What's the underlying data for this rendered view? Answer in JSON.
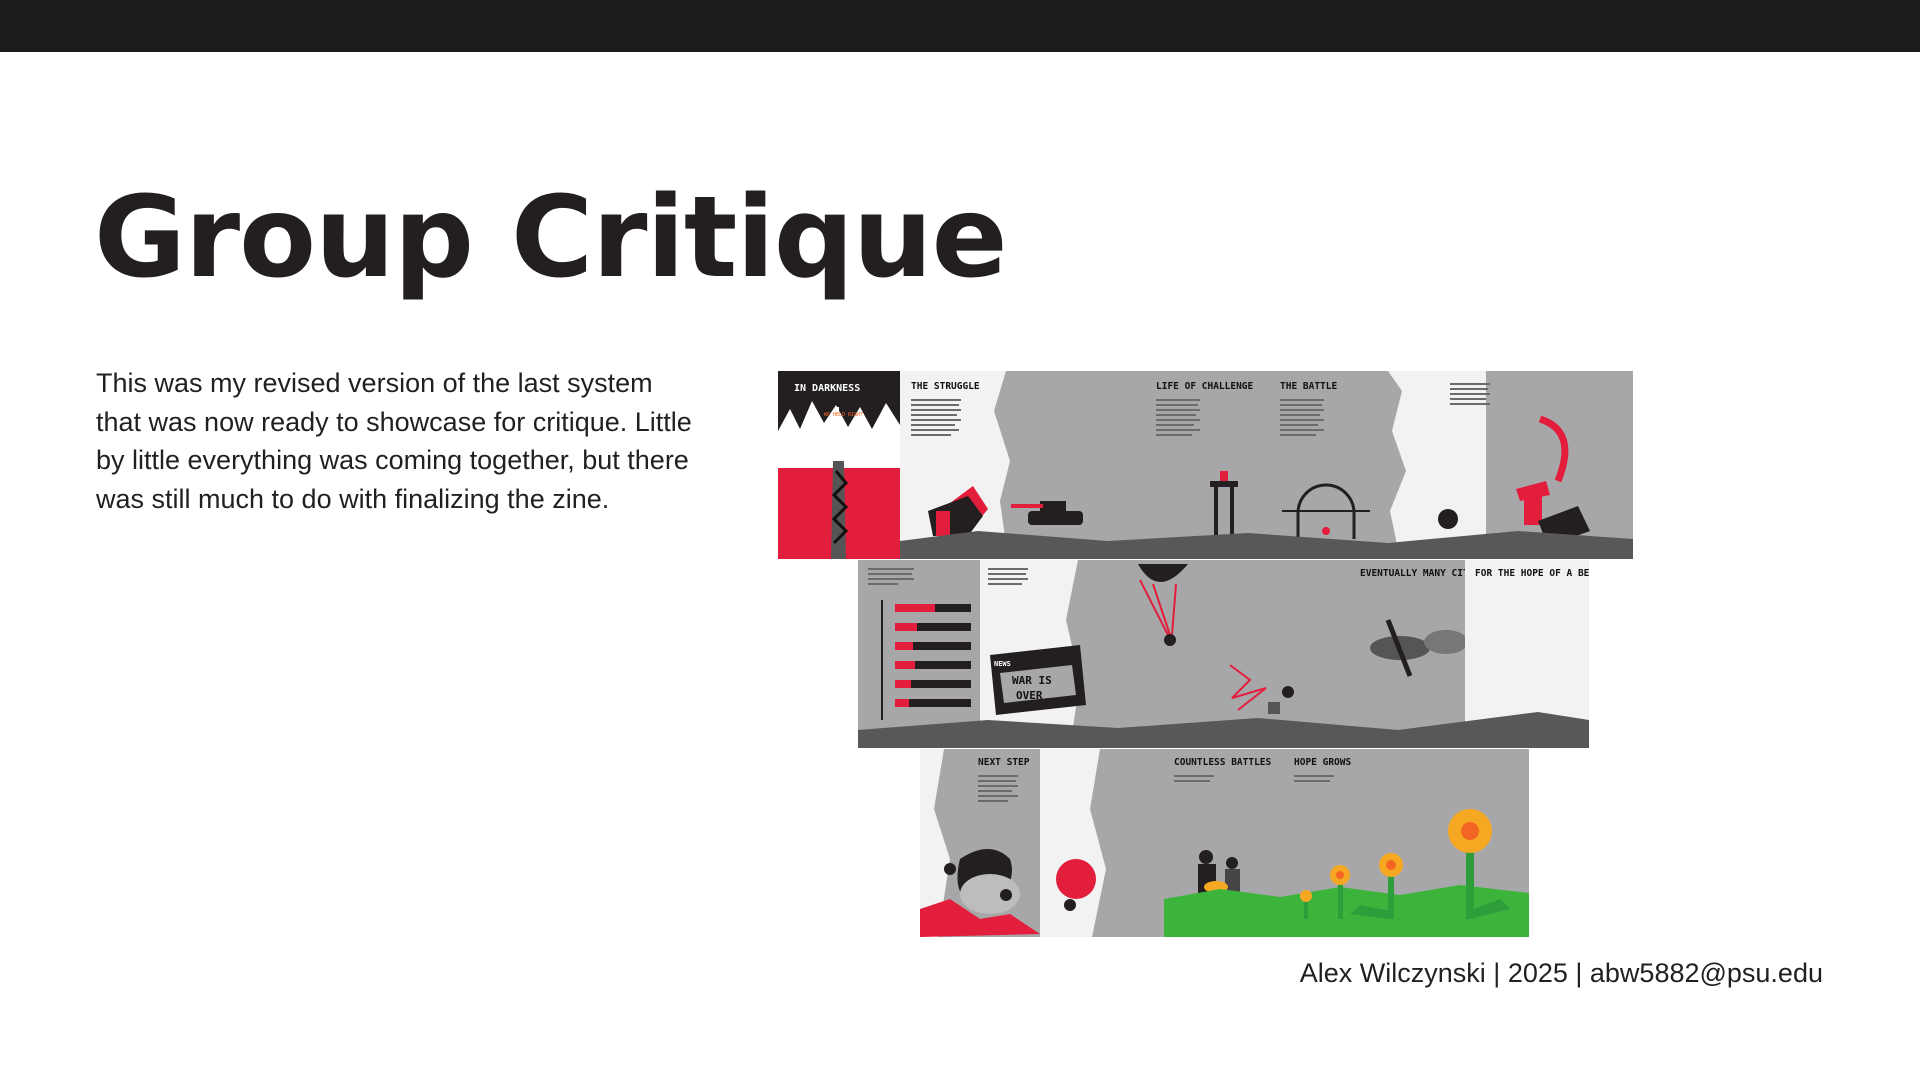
{
  "slide": {
    "title": "Group Critique",
    "body": "This was my revised version of the last system that was now ready to showcase for critique. Little by little everything was coming together, but there was still much to do with finalizing the zine.",
    "footer": "Alex Wilczynski | 2025 | abw5882@psu.edu"
  },
  "zine": {
    "row1": {
      "cover_title": "IN DARKNESS",
      "cover_subtitle": "WE HELD RIGHT",
      "headings": [
        "THE STRUGGLE",
        "LIFE OF CHALLENGE",
        "THE BATTLE"
      ]
    },
    "row2": {
      "headings": [
        "EVENTUALLY MANY CITIZENS LEFT",
        "FOR THE HOPE OF A BETTER LIFE"
      ],
      "news_label": "NEWS",
      "news_line1": "WAR IS",
      "news_line2": "OVER"
    },
    "row3": {
      "headings": [
        "NEXT STEP",
        "COUNTLESS BATTLES",
        "HOPE GROWS"
      ]
    }
  },
  "colors": {
    "accent_red": "#e31e3c",
    "page_gray": "#a7a7a9",
    "dark": "#231f20",
    "grass_green": "#3cb43c",
    "flower_orange": "#f7a823"
  }
}
